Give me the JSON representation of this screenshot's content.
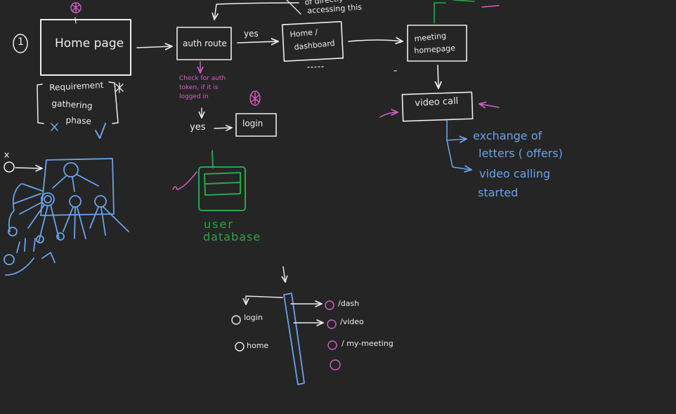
{
  "colors": {
    "background": "#252525",
    "white": "#ededed",
    "pink": "#d55fc6",
    "blue": "#6aa3ea",
    "green": "#2aa64a"
  },
  "top_note": [
    "of directly",
    "accessing this"
  ],
  "step_number": "1",
  "home_page": "Home page",
  "requirements": [
    "Requirement",
    "gathering",
    "phase"
  ],
  "auth_route": "auth route",
  "yes_label": "yes",
  "home_dashboard": [
    "Home /",
    "dashboard"
  ],
  "meeting_homepage": [
    "meeting",
    "homepage"
  ],
  "auth_note": [
    "Check for auth",
    "token, if it is",
    "logged in"
  ],
  "yes_label_2": "yes",
  "login": "login",
  "video_call": "video call",
  "video_call_notes": [
    "exchange of",
    "letters ( offers)",
    "video calling",
    "started"
  ],
  "database": [
    "user",
    "database"
  ],
  "routes_left": [
    "login",
    "home"
  ],
  "routes_right": [
    "/dash",
    "/video",
    "/ my-meeting"
  ]
}
